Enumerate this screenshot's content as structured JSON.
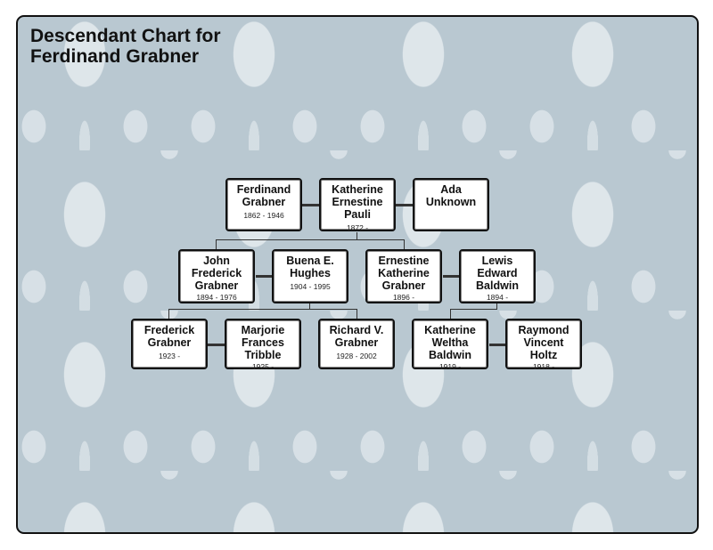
{
  "title": [
    "Descendant Chart for",
    "Ferdinand Grabner"
  ],
  "people": [
    {
      "name": "Ferdinand Grabner",
      "dates": "1862 - 1946"
    },
    {
      "name": "Katherine Ernestine Pauli",
      "dates": "1872 -"
    },
    {
      "name": "Ada Unknown",
      "dates": ""
    },
    {
      "name": "John Frederick Grabner",
      "dates": "1894 - 1976"
    },
    {
      "name": "Buena E. Hughes",
      "dates": "1904 - 1995"
    },
    {
      "name": "Ernestine Katherine Grabner",
      "dates": "1896 -"
    },
    {
      "name": "Lewis Edward Baldwin",
      "dates": "1894 -"
    },
    {
      "name": "Frederick Grabner",
      "dates": "1923 -"
    },
    {
      "name": "Marjorie Frances Tribble",
      "dates": "1925 -"
    },
    {
      "name": "Richard V. Grabner",
      "dates": "1928 - 2002"
    },
    {
      "name": "Katherine Weltha Baldwin",
      "dates": "1919 -"
    },
    {
      "name": "Raymond Vincent Holtz",
      "dates": "1918 -"
    }
  ]
}
